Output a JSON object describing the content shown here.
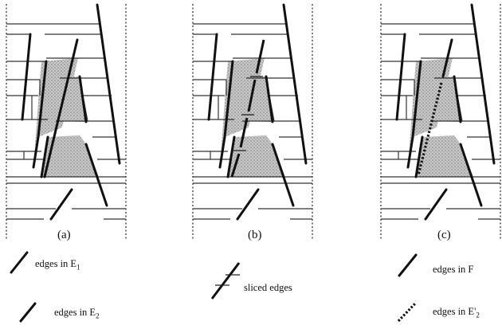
{
  "panels": [
    {
      "id": "a",
      "label": "(a)"
    },
    {
      "id": "b",
      "label": "(b)"
    },
    {
      "id": "c",
      "label": "(c)"
    }
  ],
  "legend": {
    "e1": {
      "text": "edges in E",
      "sub": "1"
    },
    "e2": {
      "text": "edges in E",
      "sub": "2"
    },
    "sliced": {
      "text": "sliced edges"
    },
    "f": {
      "text": "edges in F"
    },
    "e2prime": {
      "text": "edges in E'",
      "sub": "2"
    }
  },
  "colors": {
    "ink": "#111111",
    "shade": "#b3b3b3",
    "thin": "#333333"
  }
}
